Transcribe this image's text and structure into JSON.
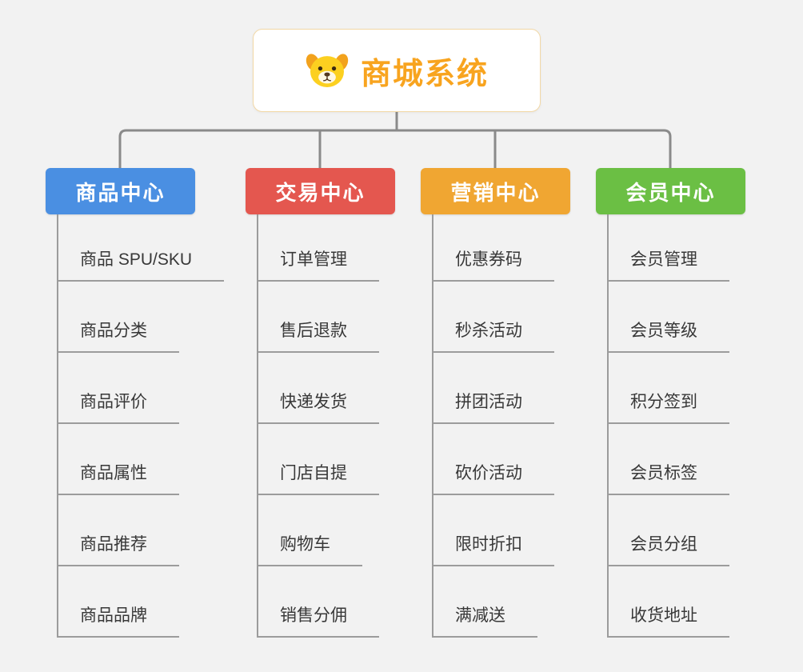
{
  "root": {
    "title": "商城系统",
    "icon": "dog-icon",
    "title_color": "#f8a41f"
  },
  "connector_color": "#8a8a8a",
  "branches": [
    {
      "label": "商品中心",
      "color": "#4a8fe2",
      "items": [
        "商品 SPU/SKU",
        "商品分类",
        "商品评价",
        "商品属性",
        "商品推荐",
        "商品品牌"
      ]
    },
    {
      "label": "交易中心",
      "color": "#e4574f",
      "items": [
        "订单管理",
        "售后退款",
        "快递发货",
        "门店自提",
        "购物车",
        "销售分佣"
      ]
    },
    {
      "label": "营销中心",
      "color": "#f0a632",
      "items": [
        "优惠券码",
        "秒杀活动",
        "拼团活动",
        "砍价活动",
        "限时折扣",
        "满减送"
      ]
    },
    {
      "label": "会员中心",
      "color": "#6bbf44",
      "items": [
        "会员管理",
        "会员等级",
        "积分签到",
        "会员标签",
        "会员分组",
        "收货地址"
      ]
    }
  ]
}
